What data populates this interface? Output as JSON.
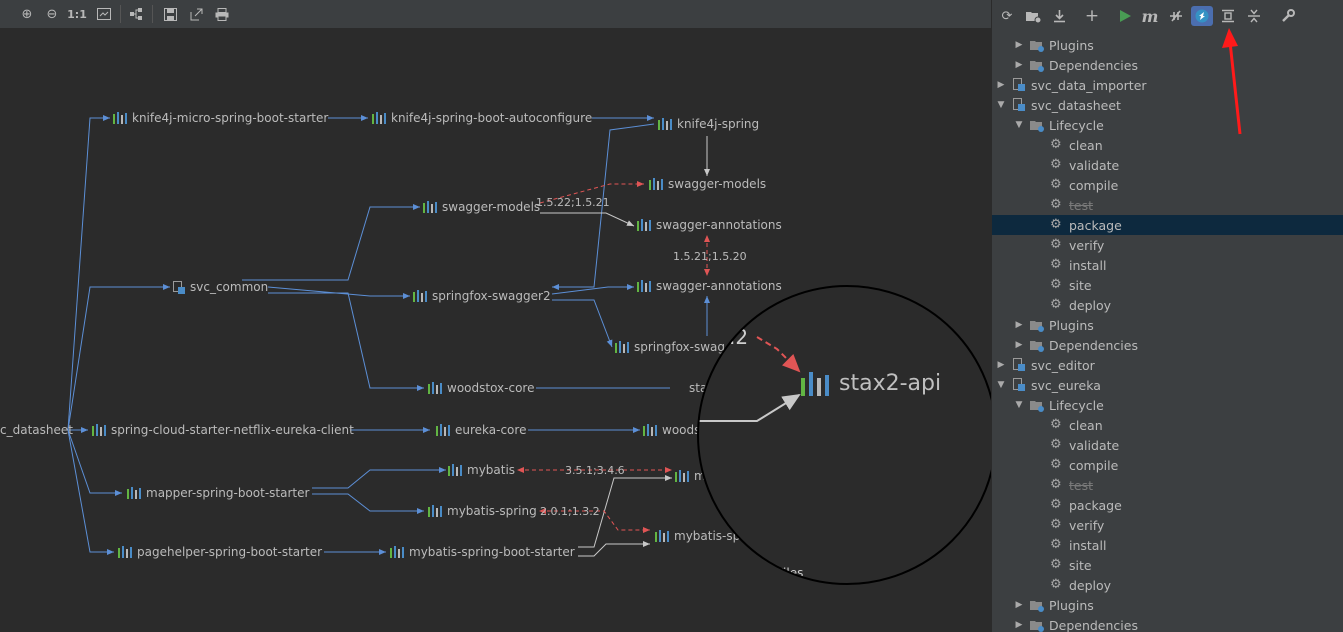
{
  "diagram": {
    "toolbar_icons": [
      "zoom-in-icon",
      "zoom-out-icon",
      "actual-size-icon",
      "fit-content-icon",
      "layout-icon",
      "save-icon",
      "export-icon",
      "print-icon"
    ],
    "actual_size_label": "1:1",
    "nodes": {
      "root": "c_datasheet",
      "knife4j_micro": "knife4j-micro-spring-boot-starter",
      "knife4j_autoconf": "knife4j-spring-boot-autoconfigure",
      "knife4j_spring": "knife4j-spring",
      "swagger_models_a": "swagger-models",
      "swagger_models_b": "swagger-models",
      "swagger_annotations_a": "swagger-annotations",
      "svc_common": "svc_common",
      "springfox_swagger2": "springfox-swagger2",
      "swagger_annotations_b": "swagger-annotations",
      "springfox_swagger_cut": "springfox-swag",
      "woodstox_core": "woodstox-core",
      "stax_cut": "sta",
      "eureka_client": "spring-cloud-starter-netflix-eureka-client",
      "eureka_core": "eureka-core",
      "woods_cut": "woods",
      "mybatis": "mybatis",
      "mapper_starter": "mapper-spring-boot-starter",
      "mybatis_spring_a": "mybatis-spring",
      "mybatis_spring_b": "mybatis-sp",
      "m_cut": "m",
      "pagehelper_starter": "pagehelper-spring-boot-starter",
      "mybatis_starter": "mybatis-spring-boot-starter"
    },
    "edge_labels": {
      "swagger_models_conflict": "1.5.22;1.5.21",
      "swagger_annotations_conflict": "1.5.21;1.5.20",
      "mybatis_conflict": "3.5.1;3.4.6",
      "mybatis_spring_conflict": "2.0.1;1.3.2"
    },
    "magnifier": {
      "version_fragment": ".2",
      "node_label": "stax2-api",
      "files_fragment": "Files"
    },
    "colors": {
      "edge": "#5c8fd6",
      "conflict": "#e05555",
      "gray_edge": "#c8c8c8"
    }
  },
  "maven": {
    "toolbar_icons": [
      "reimport-icon",
      "add-folder-icon",
      "download-icon",
      "plus-icon",
      "run-icon",
      "maven-goal-icon",
      "toggle-offline-icon",
      "skip-tests-icon",
      "show-dependencies-icon",
      "collapse-all-icon",
      "settings-wrench-icon"
    ],
    "maven_goal_label": "m",
    "tree": [
      {
        "label": "Plugins",
        "level": 1,
        "type": "folder",
        "arrow": "▶"
      },
      {
        "label": "Dependencies",
        "level": 1,
        "type": "folder",
        "arrow": "▶"
      },
      {
        "label": "svc_data_importer",
        "level": 0,
        "type": "module",
        "arrow": "▶"
      },
      {
        "label": "svc_datasheet",
        "level": 0,
        "type": "module",
        "arrow": "▼"
      },
      {
        "label": "Lifecycle",
        "level": 1,
        "type": "folder",
        "arrow": "▼"
      },
      {
        "label": "clean",
        "level": 2,
        "type": "goal"
      },
      {
        "label": "validate",
        "level": 2,
        "type": "goal"
      },
      {
        "label": "compile",
        "level": 2,
        "type": "goal"
      },
      {
        "label": "test",
        "level": 2,
        "type": "goal",
        "skipped": true
      },
      {
        "label": "package",
        "level": 2,
        "type": "goal",
        "selected": true
      },
      {
        "label": "verify",
        "level": 2,
        "type": "goal"
      },
      {
        "label": "install",
        "level": 2,
        "type": "goal"
      },
      {
        "label": "site",
        "level": 2,
        "type": "goal"
      },
      {
        "label": "deploy",
        "level": 2,
        "type": "goal"
      },
      {
        "label": "Plugins",
        "level": 1,
        "type": "folder",
        "arrow": "▶"
      },
      {
        "label": "Dependencies",
        "level": 1,
        "type": "folder",
        "arrow": "▶"
      },
      {
        "label": "svc_editor",
        "level": 0,
        "type": "module",
        "arrow": "▶"
      },
      {
        "label": "svc_eureka",
        "level": 0,
        "type": "module",
        "arrow": "▼"
      },
      {
        "label": "Lifecycle",
        "level": 1,
        "type": "folder",
        "arrow": "▼"
      },
      {
        "label": "clean",
        "level": 2,
        "type": "goal"
      },
      {
        "label": "validate",
        "level": 2,
        "type": "goal"
      },
      {
        "label": "compile",
        "level": 2,
        "type": "goal"
      },
      {
        "label": "test",
        "level": 2,
        "type": "goal",
        "skipped": true
      },
      {
        "label": "package",
        "level": 2,
        "type": "goal"
      },
      {
        "label": "verify",
        "level": 2,
        "type": "goal"
      },
      {
        "label": "install",
        "level": 2,
        "type": "goal"
      },
      {
        "label": "site",
        "level": 2,
        "type": "goal"
      },
      {
        "label": "deploy",
        "level": 2,
        "type": "goal"
      },
      {
        "label": "Plugins",
        "level": 1,
        "type": "folder",
        "arrow": "▶"
      },
      {
        "label": "Dependencies",
        "level": 1,
        "type": "folder",
        "arrow": "▶"
      }
    ]
  }
}
